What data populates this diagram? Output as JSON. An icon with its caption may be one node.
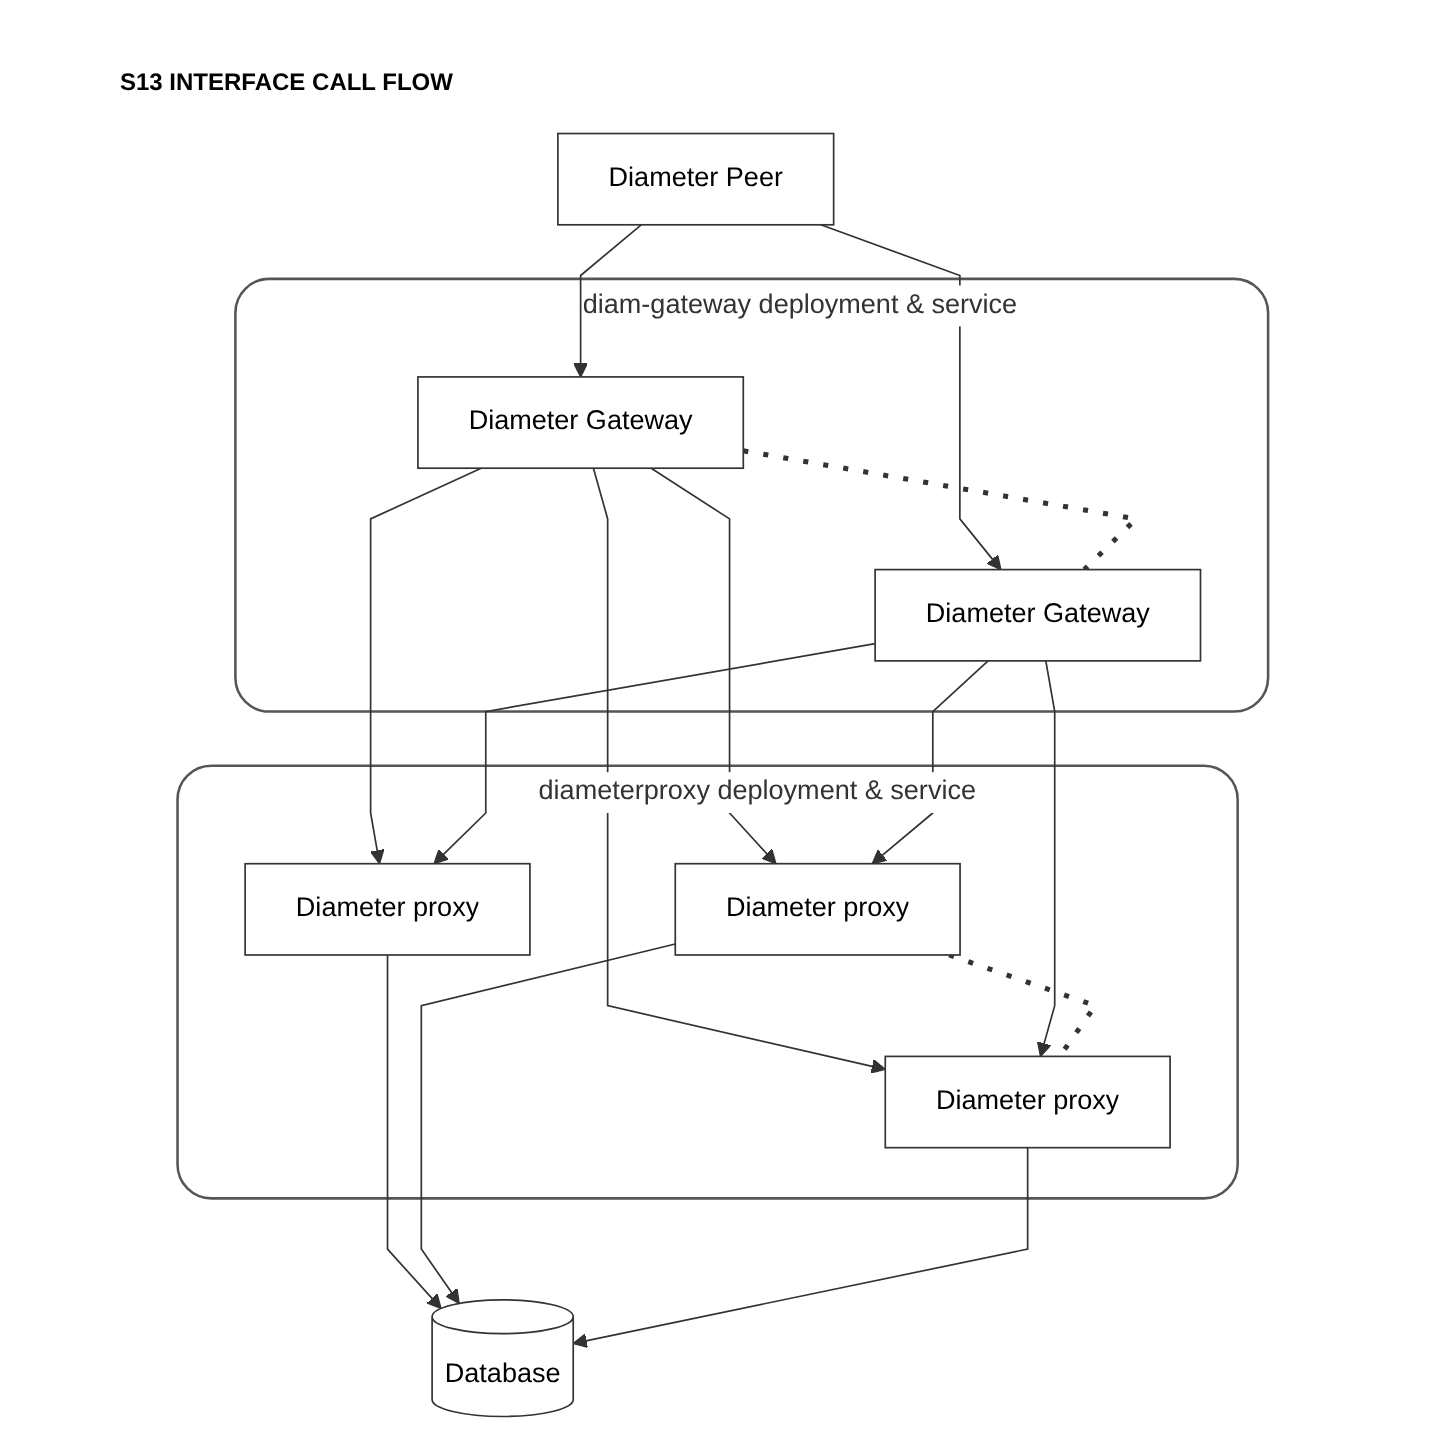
{
  "diagram": {
    "title": "S13 INTERFACE CALL FLOW",
    "nodes": [
      {
        "text": [
          "Diameter Peer"
        ]
      },
      {
        "text": [
          "diam-gateway deployment & service"
        ]
      },
      {
        "text": [
          "Diameter Gateway"
        ],
        "in": 1
      },
      {
        "text": [
          "Diameter Gateway"
        ],
        "in": 1
      },
      {
        "text": [
          "diameterproxy deployment & service"
        ]
      },
      {
        "text": [
          "Diameter proxy"
        ],
        "in": 4
      },
      {
        "text": [
          "Diameter proxy"
        ],
        "in": 4
      },
      {
        "text": [
          "Diameter proxy"
        ],
        "in": 4
      },
      {
        "text": [
          "Database"
        ]
      }
    ],
    "edges": [
      {
        "from": 0,
        "to": 2,
        "arrow": "to"
      },
      {
        "from": 0,
        "to": 3,
        "arrow": "to"
      },
      {
        "from": 2,
        "to": 3,
        "arrow": "none",
        "style": "dashed"
      },
      {
        "from": 2,
        "to": 5,
        "arrow": "to"
      },
      {
        "from": 2,
        "to": 6,
        "arrow": "to"
      },
      {
        "from": 2,
        "to": 7,
        "arrow": "to"
      },
      {
        "from": 3,
        "to": 5,
        "arrow": "to"
      },
      {
        "from": 3,
        "to": 6,
        "arrow": "to"
      },
      {
        "from": 3,
        "to": 7,
        "arrow": "to"
      },
      {
        "from": 6,
        "to": 7,
        "arrow": "none",
        "style": "dashed"
      },
      {
        "from": 5,
        "to": 8,
        "arrow": "to"
      },
      {
        "from": 6,
        "to": 8,
        "arrow": "to"
      },
      {
        "from": 7,
        "to": 8,
        "arrow": "to"
      }
    ]
  }
}
